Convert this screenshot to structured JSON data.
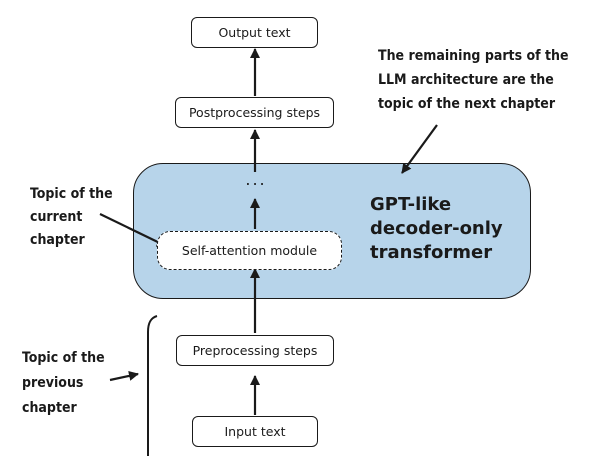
{
  "boxes": {
    "output_text": "Output text",
    "postprocessing": "Postprocessing steps",
    "self_attention": "Self-attention module",
    "preprocessing": "Preprocessing steps",
    "input_text": "Input text"
  },
  "gpt_block": {
    "lines": [
      "GPT-like",
      "decoder-only",
      "transformer"
    ],
    "fill_color": "#b7d4ea"
  },
  "ellipsis": "...",
  "notes": {
    "remaining": [
      "The remaining parts of the",
      "LLM architecture are the",
      "topic of the next chapter"
    ],
    "current": [
      "Topic of the",
      "current",
      "chapter"
    ],
    "previous": [
      "Topic of the",
      "previous",
      "chapter"
    ]
  }
}
